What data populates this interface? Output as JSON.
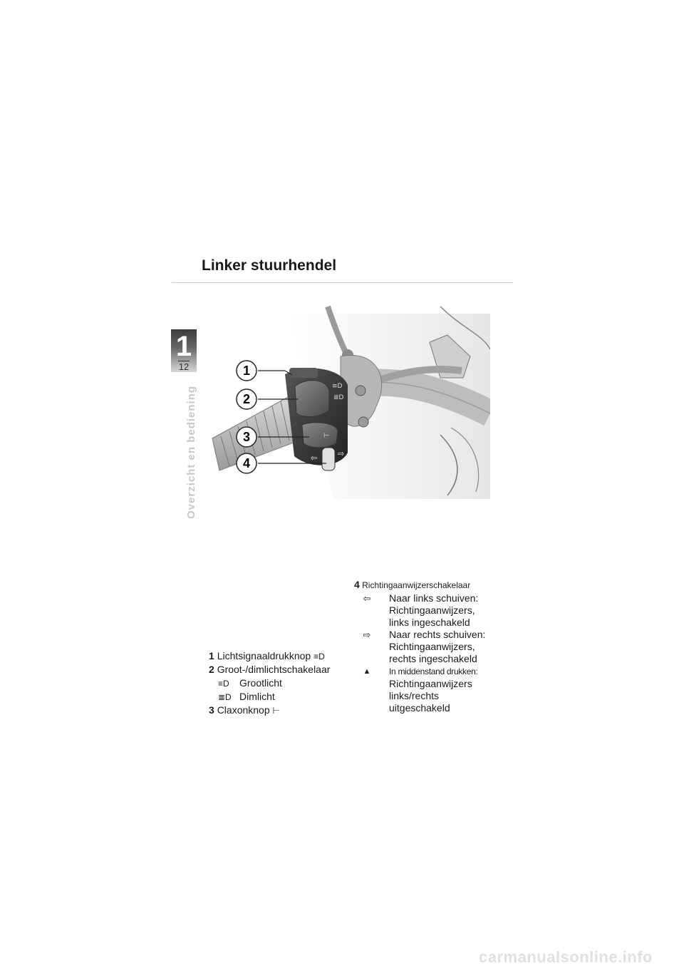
{
  "page": {
    "title": "Linker stuurhendel",
    "chapter_number": "1",
    "page_number": "12",
    "section_label": "Overzicht en bediening"
  },
  "figure": {
    "callouts": [
      "1",
      "2",
      "3",
      "4"
    ]
  },
  "legend_left": {
    "item1_num": "1",
    "item1_label": "Lichtsignaaldrukknop",
    "item2_num": "2",
    "item2_label": "Groot-/dimlichtschakelaar",
    "item2_sub1": "Grootlicht",
    "item2_sub2": "Dimlicht",
    "item3_num": "3",
    "item3_label": "Claxonknop"
  },
  "legend_right": {
    "item4_num": "4",
    "item4_label": "Richtingaanwijzerschakelaar",
    "sub_left_1": "Naar links schuiven:",
    "sub_left_2": "Richtingaanwijzers,",
    "sub_left_3": "links ingeschakeld",
    "sub_right_1": "Naar rechts schuiven:",
    "sub_right_2": "Richtingaanwijzers,",
    "sub_right_3": "rechts ingeschakeld",
    "sub_mid_1": "In middenstand drukken:",
    "sub_mid_2": "Richtingaanwijzers",
    "sub_mid_3": "links/rechts",
    "sub_mid_4": "uitgeschakeld"
  },
  "icons": {
    "item1": "high-beam-icon",
    "item2_sub1": "high-beam-icon",
    "item2_sub2": "low-beam-icon",
    "item3": "horn-icon",
    "left": "arrow-left-outline-icon",
    "right": "arrow-right-outline-icon",
    "mid": "triangle-up-icon"
  },
  "footer": {
    "watermark": "carmanualsonline.info"
  }
}
